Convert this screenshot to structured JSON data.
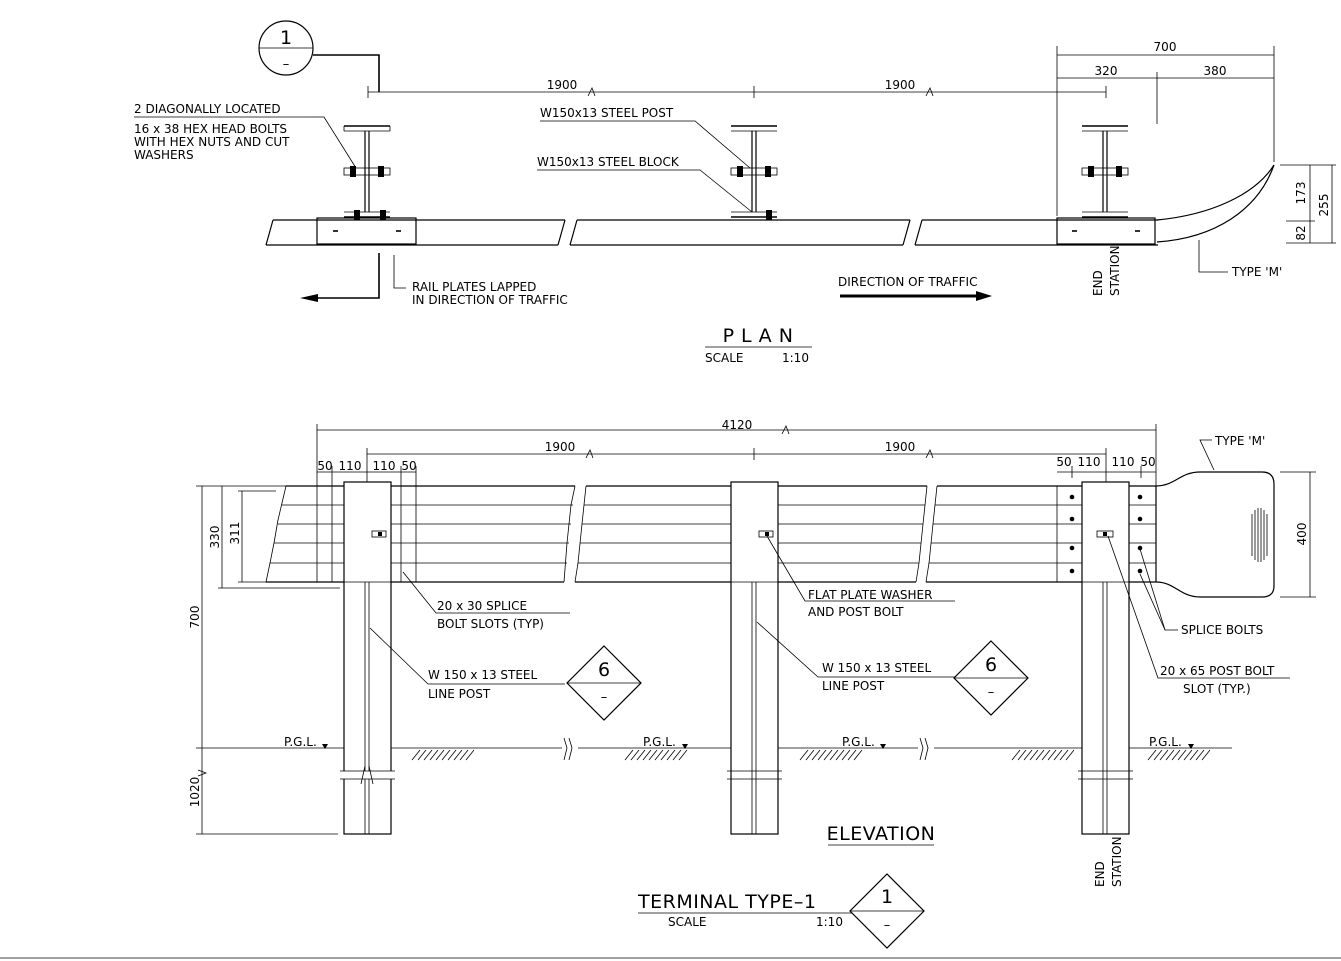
{
  "plan": {
    "section_symbol": {
      "number": "1",
      "sheet": "–"
    },
    "bolts_note": [
      "2  DIAGONALLY  LOCATED",
      "16  x  38  HEX  HEAD  BOLTS",
      "WITH  HEX  NUTS  AND  CUT",
      "WASHERS"
    ],
    "post_label": "W150x13  STEEL  POST",
    "block_label": "W150x13  STEEL  BLOCK",
    "dim_1900_left": "1900",
    "dim_1900_right": "1900",
    "dim_700": "700",
    "dim_320": "320",
    "dim_380": "380",
    "dim_173": "173",
    "dim_255": "255",
    "dim_82": "82",
    "type_m": "TYPE  'M'",
    "rail_note": [
      "RAIL  PLATES  LAPPED",
      "IN  DIRECTION  OF  TRAFFIC"
    ],
    "traffic": "DIRECTION  OF  TRAFFIC",
    "end_station": [
      "END",
      "STATION"
    ],
    "title": "P L A N",
    "scale_label": "SCALE",
    "scale_value": "1:10"
  },
  "elevation": {
    "dim_4120": "4120",
    "dim_1900_left": "1900",
    "dim_1900_right": "1900",
    "dim_50": "50",
    "dim_110": "110",
    "dim_330": "330",
    "dim_311": "311",
    "dim_700": "700",
    "dim_1020": "1020",
    "dim_400": "400",
    "type_m": "TYPE  'M'",
    "splice_slots": [
      "20   x  30  SPLICE",
      "BOLT  SLOTS  (TYP)"
    ],
    "line_post_left": [
      "W  150  x  13  STEEL",
      "LINE  POST"
    ],
    "line_post_mid": [
      "W  150  x  13  STEEL",
      "LINE  POST"
    ],
    "washer_note": [
      "FLAT  PLATE  WASHER",
      "AND  POST  BOLT"
    ],
    "splice_bolts": "SPLICE  BOLTS",
    "post_bolt_slot": [
      "20  x  65  POST  BOLT",
      "SLOT  (TYP.)"
    ],
    "pgl": "P.G.L.",
    "detail_ref": {
      "number": "6",
      "sheet": "–"
    },
    "end_station": [
      "END",
      "STATION"
    ],
    "title": "ELEVATION"
  },
  "terminal": {
    "title": "TERMINAL  TYPE–1",
    "scale_label": "SCALE",
    "scale_value": "1:10",
    "ref": {
      "number": "1",
      "sheet": "–"
    }
  }
}
